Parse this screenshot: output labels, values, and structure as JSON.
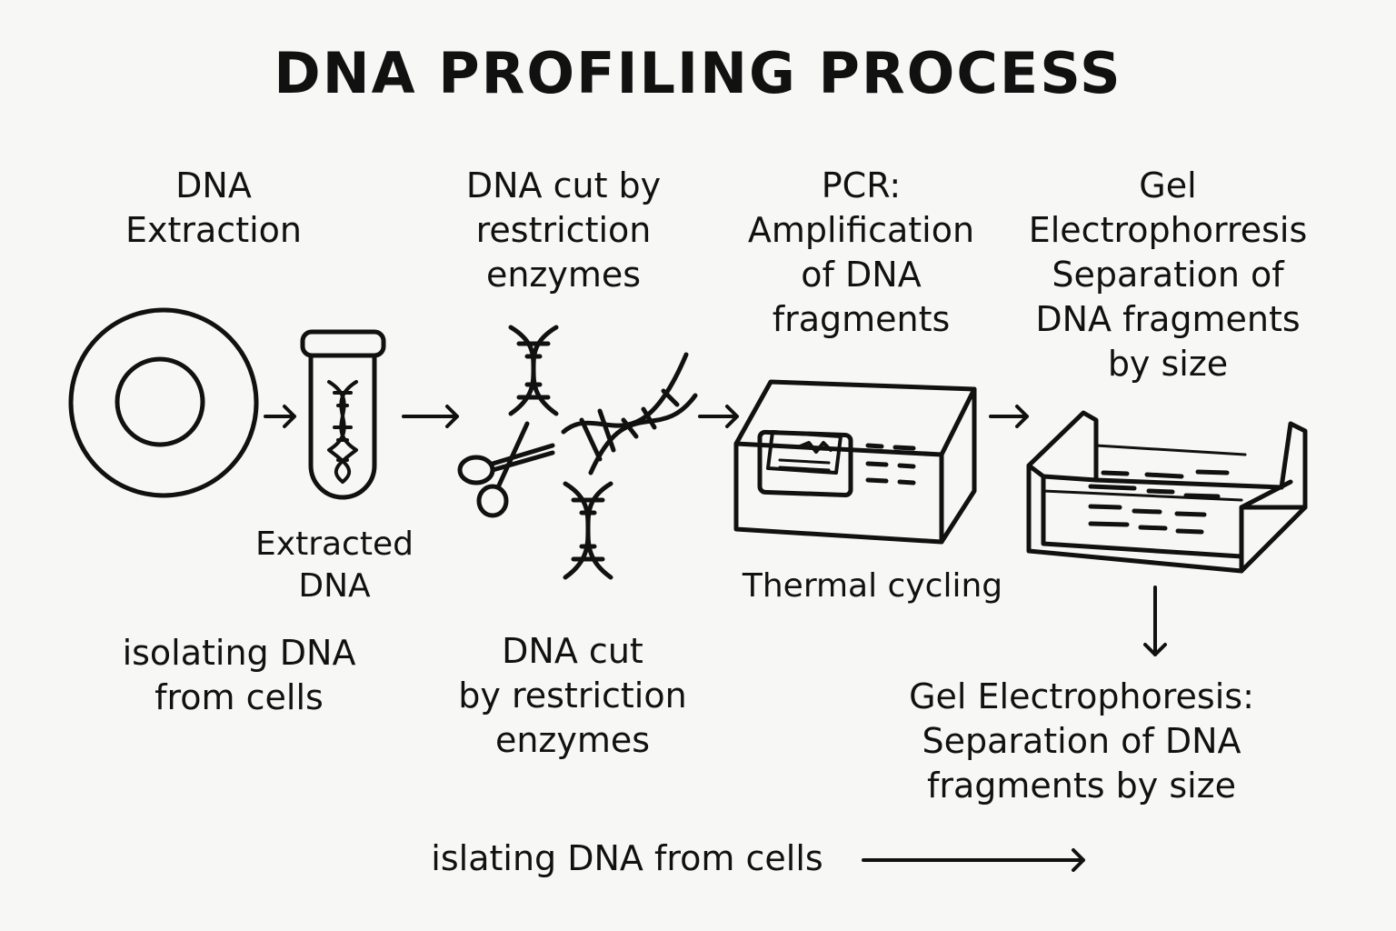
{
  "title": "DNA PROFILING PROCESS",
  "steps": {
    "extraction": {
      "heading": [
        "DNA",
        "Extraction"
      ],
      "caption": [
        "Extracted",
        "DNA"
      ],
      "description": [
        "isolating DNA",
        "from cells"
      ]
    },
    "restriction": {
      "heading": [
        "DNA cut by",
        "restriction",
        "enzymes"
      ],
      "description": [
        "DNA cut",
        "by restriction",
        "enzymes"
      ]
    },
    "pcr": {
      "heading": [
        "PCR:",
        "Amplification",
        "of DNA",
        "fragments"
      ],
      "caption": "Thermal cycling"
    },
    "gel": {
      "heading": [
        "Gel",
        "Electrophorresis",
        "Separation of",
        "DNA fragments",
        "by size"
      ],
      "description": [
        "Gel Electrophoresis:",
        "Separation of DNA",
        "fragments by size"
      ]
    }
  },
  "footer": "islating DNA from cells",
  "icons": [
    "cell-icon",
    "test-tube-icon",
    "scissors-icon",
    "dna-helix-icon",
    "thermal-cycler-icon",
    "gel-tank-icon",
    "arrow-icon"
  ]
}
